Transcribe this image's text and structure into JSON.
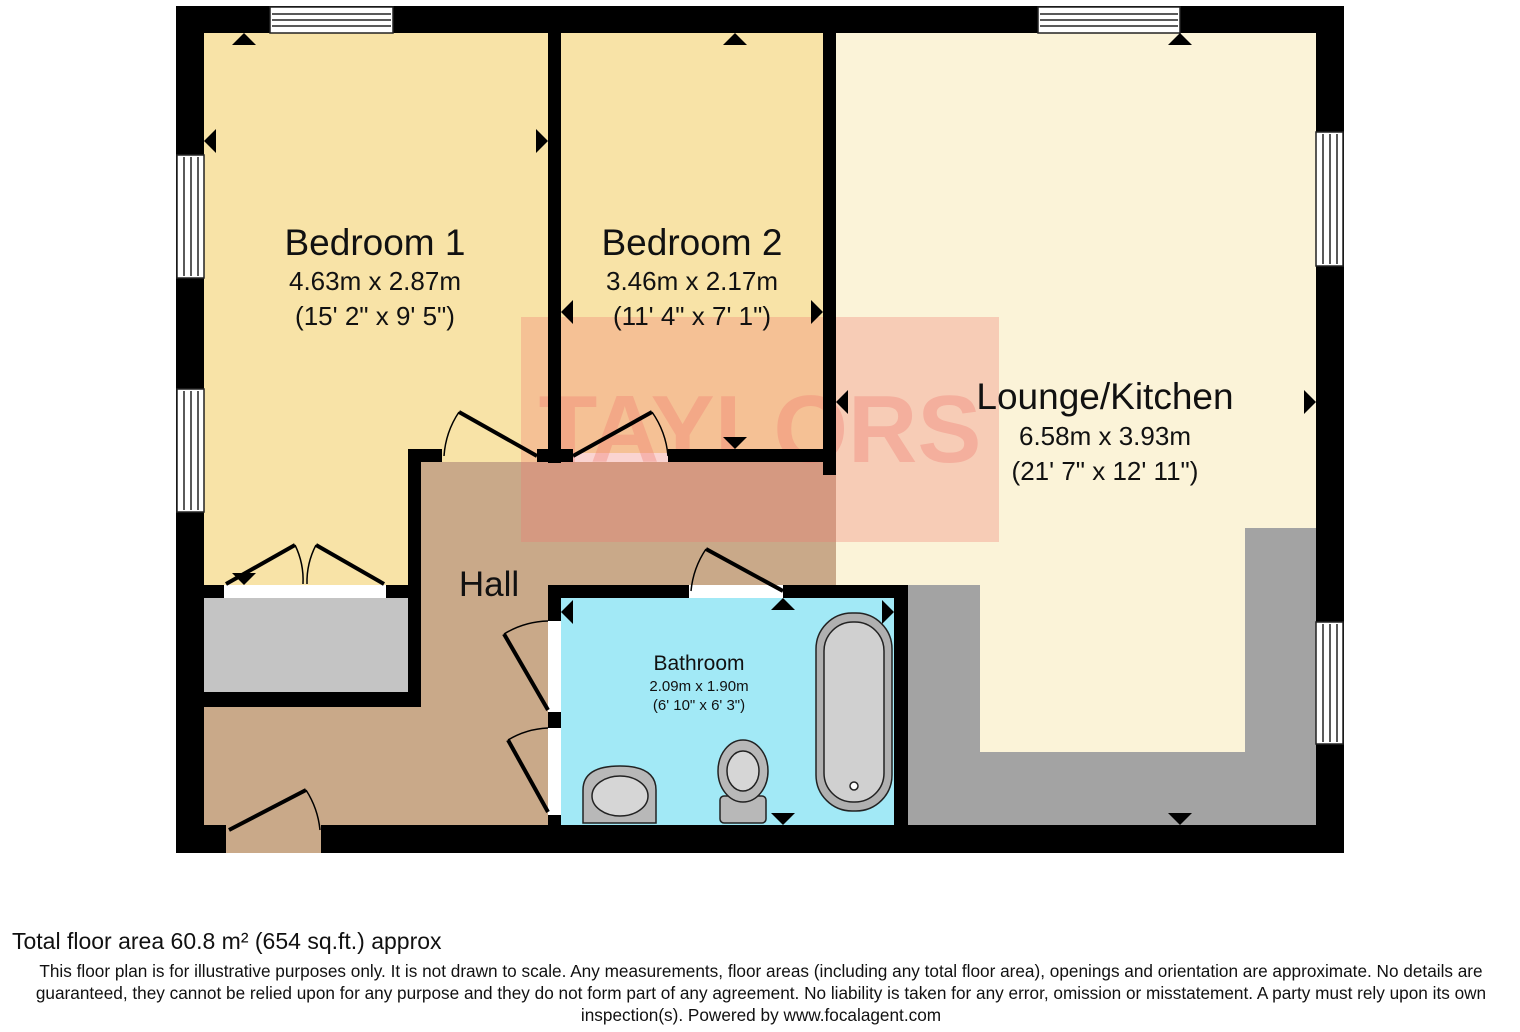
{
  "rooms": {
    "bedroom1": {
      "name": "Bedroom 1",
      "dim_metric": "4.63m x 2.87m",
      "dim_imperial": "(15' 2\" x 9' 5\")"
    },
    "bedroom2": {
      "name": "Bedroom 2",
      "dim_metric": "3.46m x 2.17m",
      "dim_imperial": "(11' 4\" x 7' 1\")"
    },
    "lounge": {
      "name": "Lounge/Kitchen",
      "dim_metric": "6.58m x 3.93m",
      "dim_imperial": "(21' 7\" x 12' 11\")"
    },
    "bathroom": {
      "name": "Bathroom",
      "dim_metric": "2.09m x 1.90m",
      "dim_imperial": "(6' 10\" x 6' 3\")"
    },
    "hall": {
      "name": "Hall"
    }
  },
  "watermark": "TAYLORS",
  "colors": {
    "wall": "#000000",
    "bedroom_fill": "#f8e3a7",
    "lounge_fill": "#fbf3d8",
    "hall_fill": "#c9a989",
    "bathroom_fill": "#a2e9f6",
    "storage_fill": "#c4c4c4",
    "kitchen_fill": "#a3a3a3",
    "watermark": "#f07a70"
  },
  "footer": {
    "total_area": "Total floor area 60.8 m² (654 sq.ft.) approx",
    "disclaimer": "This floor plan is for illustrative purposes only. It is not drawn to scale. Any measurements, floor areas (including any total floor area), openings and orientation are approximate. No details are guaranteed, they cannot be relied upon for any purpose and they do not form part of any agreement. No liability is taken for any error, omission or misstatement. A party must rely upon its own inspection(s). Powered by www.focalagent.com"
  }
}
